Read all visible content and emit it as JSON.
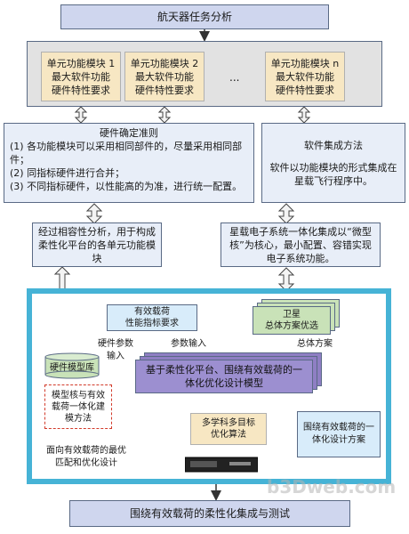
{
  "top_box": "航天器任务分析",
  "modules": [
    {
      "line1": "单元功能模块 1",
      "line2": "最大软件功能",
      "line3": "硬件特性要求"
    },
    {
      "line1": "单元功能模块 2",
      "line2": "最大软件功能",
      "line3": "硬件特性要求"
    },
    {
      "ellipsis": "..."
    },
    {
      "line1": "单元功能模块 n",
      "line2": "最大软件功能",
      "line3": "硬件特性要求"
    }
  ],
  "hardware_rules": {
    "title": "硬件确定准则",
    "item1": "(1) 各功能模块可以采用相同部件的，尽量采用相同部件；",
    "item2": "(2) 同指标硬件进行合并；",
    "item3": "(3) 不同指标硬件，以性能高的为准，进行统一配置。"
  },
  "software_integration": {
    "title": "软件集成方法",
    "body": "软件以功能模块的形式集成在星载飞行程序中。"
  },
  "compat_box": "经过相容性分析，用于构成柔性化平台的各单元功能模块",
  "onboard_box": "星载电子系统一体化集成以“微型核”为核心，最小配置、容错实现电子系统功能。",
  "payload_req": {
    "line1": "有效载荷",
    "line2": "性能指标要求"
  },
  "satellite_box": {
    "line1": "卫星",
    "line2": "总体方案优选"
  },
  "label_hw_params": {
    "line1": "硬件参数",
    "line2": "输入"
  },
  "label_param_input": "参数输入",
  "label_overall_plan": "总体方案",
  "hw_model_lib": "硬件模型库",
  "core_model": "基于柔性化平台、围绕有效载荷的一体化优化设计模型",
  "micro_core_method": "模型核与有效载荷一体化建模方法",
  "mdo_box": {
    "line1": "多学科多目标",
    "line2": "优化算法"
  },
  "integrated_plan": "围绕有效载荷的一体化设计方案",
  "optimal_match": {
    "line1": "面向有效载荷的最优",
    "line2": "匹配和优化设计"
  },
  "bottom_box": "围绕有效载荷的柔性化集成与测试",
  "watermark": "b3Dweb.com"
}
